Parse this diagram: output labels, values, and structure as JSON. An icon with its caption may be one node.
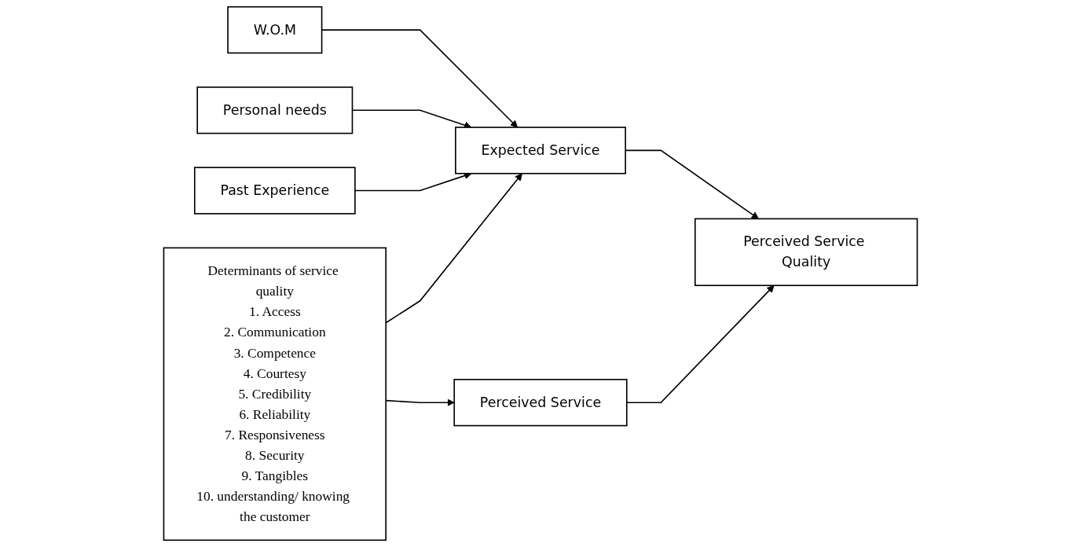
{
  "diagram": {
    "nodes": [
      {
        "text": [
          "Determinants of service quality",
          "1. Access",
          "2. Communication",
          "3. Competence",
          "4. Courtesy",
          "5. Credibility",
          "6. Reliability",
          "7. Responsiveness",
          "8. Security",
          "9. Tangibles",
          "10. understanding/ knowing the customer"
        ]
      },
      {
        "text": [
          "W.O.M"
        ]
      },
      {
        "text": [
          "Personal needs"
        ]
      },
      {
        "text": [
          "Past Experience"
        ]
      },
      {
        "text": [
          "Expected Service"
        ]
      },
      {
        "text": [
          "Perceived Service"
        ]
      },
      {
        "text": [
          "Perceived Service Quality"
        ]
      }
    ],
    "edges": [
      {
        "from": 1,
        "to": 4,
        "arrow": "to"
      },
      {
        "from": 2,
        "to": 4,
        "arrow": "to"
      },
      {
        "from": 3,
        "to": 4,
        "arrow": "to"
      },
      {
        "from": 0,
        "to": 4,
        "arrow": "to"
      },
      {
        "from": 0,
        "to": 5,
        "arrow": "to"
      },
      {
        "from": 4,
        "to": 6,
        "arrow": "to"
      },
      {
        "from": 5,
        "to": 6,
        "arrow": "to"
      }
    ]
  }
}
